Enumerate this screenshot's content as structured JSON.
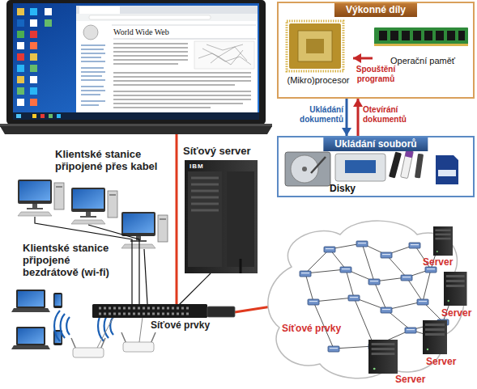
{
  "diagram": {
    "nodes": [
      {
        "text": [
          "Výkonné díly"
        ]
      },
      {
        "text": [
          "(Mikro)procesor"
        ],
        "in": 0
      },
      {
        "text": [
          "Operační paměť"
        ],
        "in": 0
      },
      {
        "text": [
          "Ukládání souborů"
        ]
      },
      {
        "text": [
          "Disky"
        ],
        "in": 3
      }
    ],
    "edges": [
      {
        "from": 0,
        "to": 3,
        "arrow": "to",
        "label": "Ukládání dokumentů"
      },
      {
        "from": 3,
        "to": 0,
        "arrow": "to",
        "label": "Otevírání dokumentů"
      },
      {
        "from": 2,
        "to": 1,
        "arrow": "to",
        "label": "Spouštění programů"
      }
    ],
    "labels": [
      "World Wide Web",
      "IBM",
      "Klientské stanice připojené přes kabel",
      "Síťový server",
      "Klientské stanice připojené bezdrátově (wi-fi)",
      "Síťové prvky",
      "Síťové prvky",
      "Server",
      "Server",
      "Server",
      "Server"
    ]
  }
}
